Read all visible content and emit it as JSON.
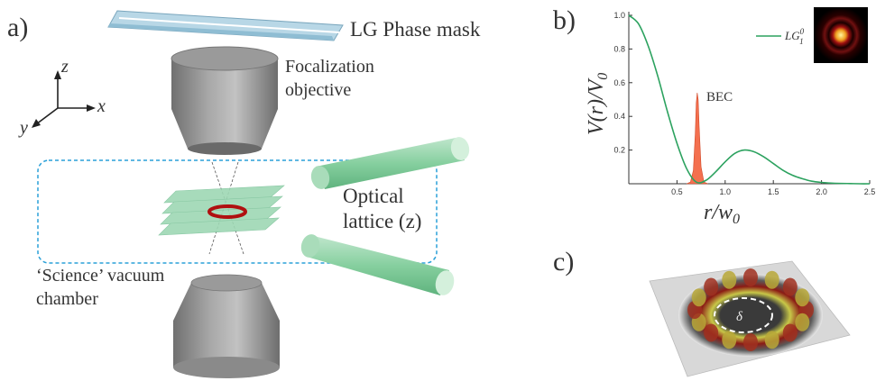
{
  "panel_a": {
    "label": "a)",
    "phase_mask_label": "LG Phase mask",
    "objective_label_1": "Focalization",
    "objective_label_2": "objective",
    "axes": {
      "z": "z",
      "x": "x",
      "y": "y"
    },
    "lattice_label_1": "Optical",
    "lattice_label_2": "lattice (z)",
    "chamber_label_1": "‘Science’ vacuum",
    "chamber_label_2": "chamber"
  },
  "panel_b": {
    "label": "b)",
    "legend": "LG",
    "legend_sup": "0",
    "legend_sub": "1",
    "bec_label": "BEC",
    "ylabel": "V(r)/V",
    "ylabel_sub": "0",
    "xlabel": "r/w",
    "xlabel_sub": "0"
  },
  "panel_c": {
    "label": "c)",
    "delta": "δ"
  },
  "chart_data": {
    "type": "line",
    "xlabel": "r/w0",
    "ylabel": "V(r)/V0",
    "xlim": [
      0,
      2.5
    ],
    "ylim": [
      0,
      1.0
    ],
    "xticks": [
      "0.5",
      "1.0",
      "1.5",
      "2.0",
      "2.5"
    ],
    "yticks": [
      "0.2",
      "0.4",
      "0.6",
      "0.8",
      "1.0"
    ],
    "series": [
      {
        "name": "LG10",
        "color": "#2ca25f",
        "x": [
          0,
          0.1,
          0.2,
          0.3,
          0.4,
          0.5,
          0.6,
          0.7,
          0.8,
          0.9,
          1.0,
          1.1,
          1.2,
          1.3,
          1.4,
          1.5,
          1.6,
          1.7,
          1.8,
          1.9,
          2.0,
          2.1,
          2.2,
          2.3,
          2.4,
          2.5
        ],
        "y": [
          1.0,
          0.95,
          0.82,
          0.64,
          0.43,
          0.24,
          0.09,
          0.01,
          0.02,
          0.07,
          0.13,
          0.18,
          0.2,
          0.19,
          0.16,
          0.12,
          0.08,
          0.05,
          0.03,
          0.015,
          0.008,
          0.004,
          0.002,
          0.001,
          0.0,
          0.0
        ]
      },
      {
        "name": "BEC",
        "color": "#f4704f",
        "type": "area",
        "x": [
          0.6,
          0.64,
          0.67,
          0.69,
          0.7,
          0.71,
          0.72,
          0.73,
          0.75,
          0.78,
          0.82
        ],
        "y": [
          0.0,
          0.01,
          0.08,
          0.3,
          0.48,
          0.54,
          0.5,
          0.34,
          0.1,
          0.01,
          0.0
        ]
      }
    ]
  }
}
